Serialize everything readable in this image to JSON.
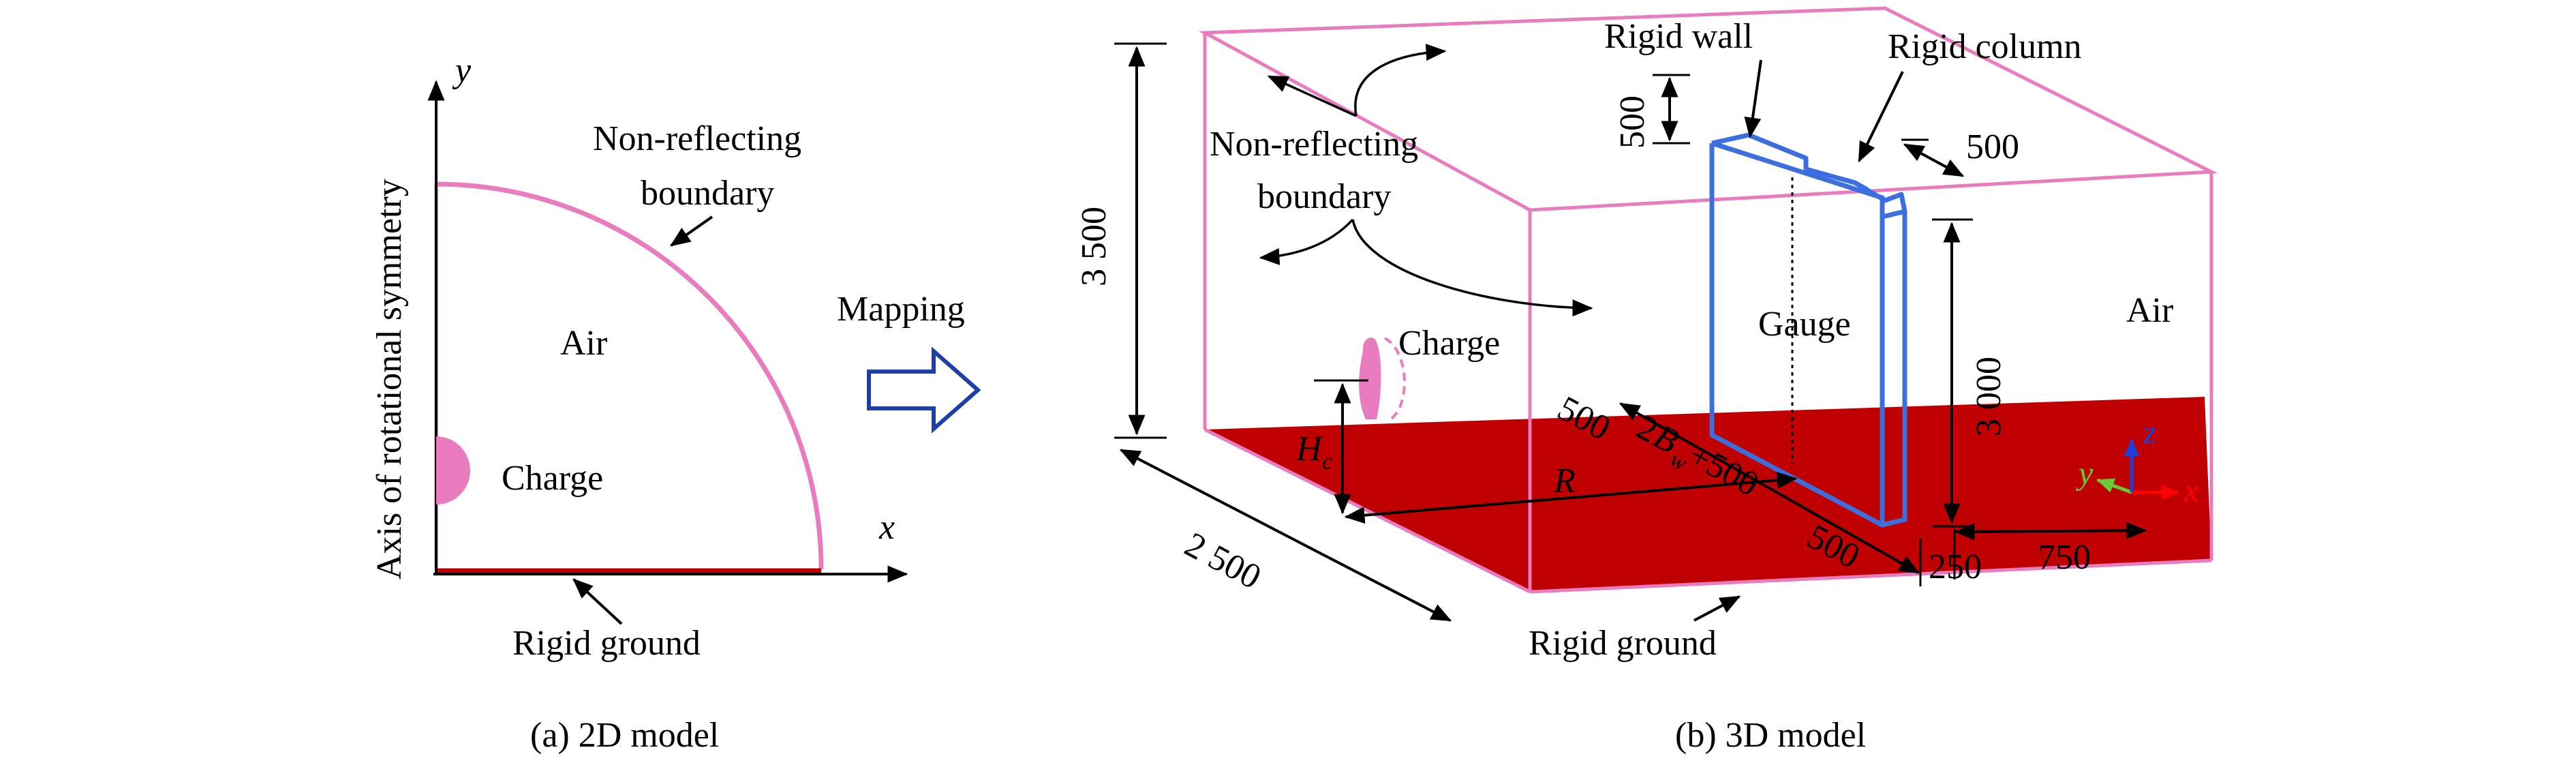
{
  "colors": {
    "boundary": "#e87cbf",
    "ground": "#c00000",
    "wall": "#3b6fe0",
    "charge": "#e87cbf",
    "arrow_mapping": "#1f3fa8",
    "axis_x": "#ff0000",
    "axis_y": "#66cc33",
    "axis_z": "#1f3fd8"
  },
  "panel_a": {
    "axis_y_label": "y",
    "axis_x_label": "x",
    "axis_side_label": "Axis of rotational symmetry",
    "boundary_label_1": "Non-reflecting",
    "boundary_label_2": "boundary",
    "air_label": "Air",
    "charge_label": "Charge",
    "ground_label": "Rigid ground",
    "caption": "(a) 2D model"
  },
  "mapping_label": "Mapping",
  "panel_b": {
    "wall_label": "Rigid wall",
    "column_label": "Rigid column",
    "boundary_label_1": "Non-reflecting",
    "boundary_label_2": "boundary",
    "charge_label": "Charge",
    "gauge_label": "Gauge",
    "air_label": "Air",
    "ground_label": "Rigid ground",
    "caption": "(b) 3D model",
    "dims": {
      "height_total": "3 500",
      "wall_top": "500",
      "column_width": "500",
      "wall_height": "3 000",
      "depth": "2 500",
      "hc_main": "H",
      "hc_sub": "c",
      "r": "R",
      "d500_a": "500",
      "d2bw_pre": "2",
      "d2bw_b": "B",
      "d2bw_sub": "w",
      "d2bw_post": "+500",
      "d500_b": "500",
      "d250": "250",
      "d750": "750"
    },
    "triad": {
      "x": "x",
      "y": "y",
      "z": "z"
    }
  }
}
